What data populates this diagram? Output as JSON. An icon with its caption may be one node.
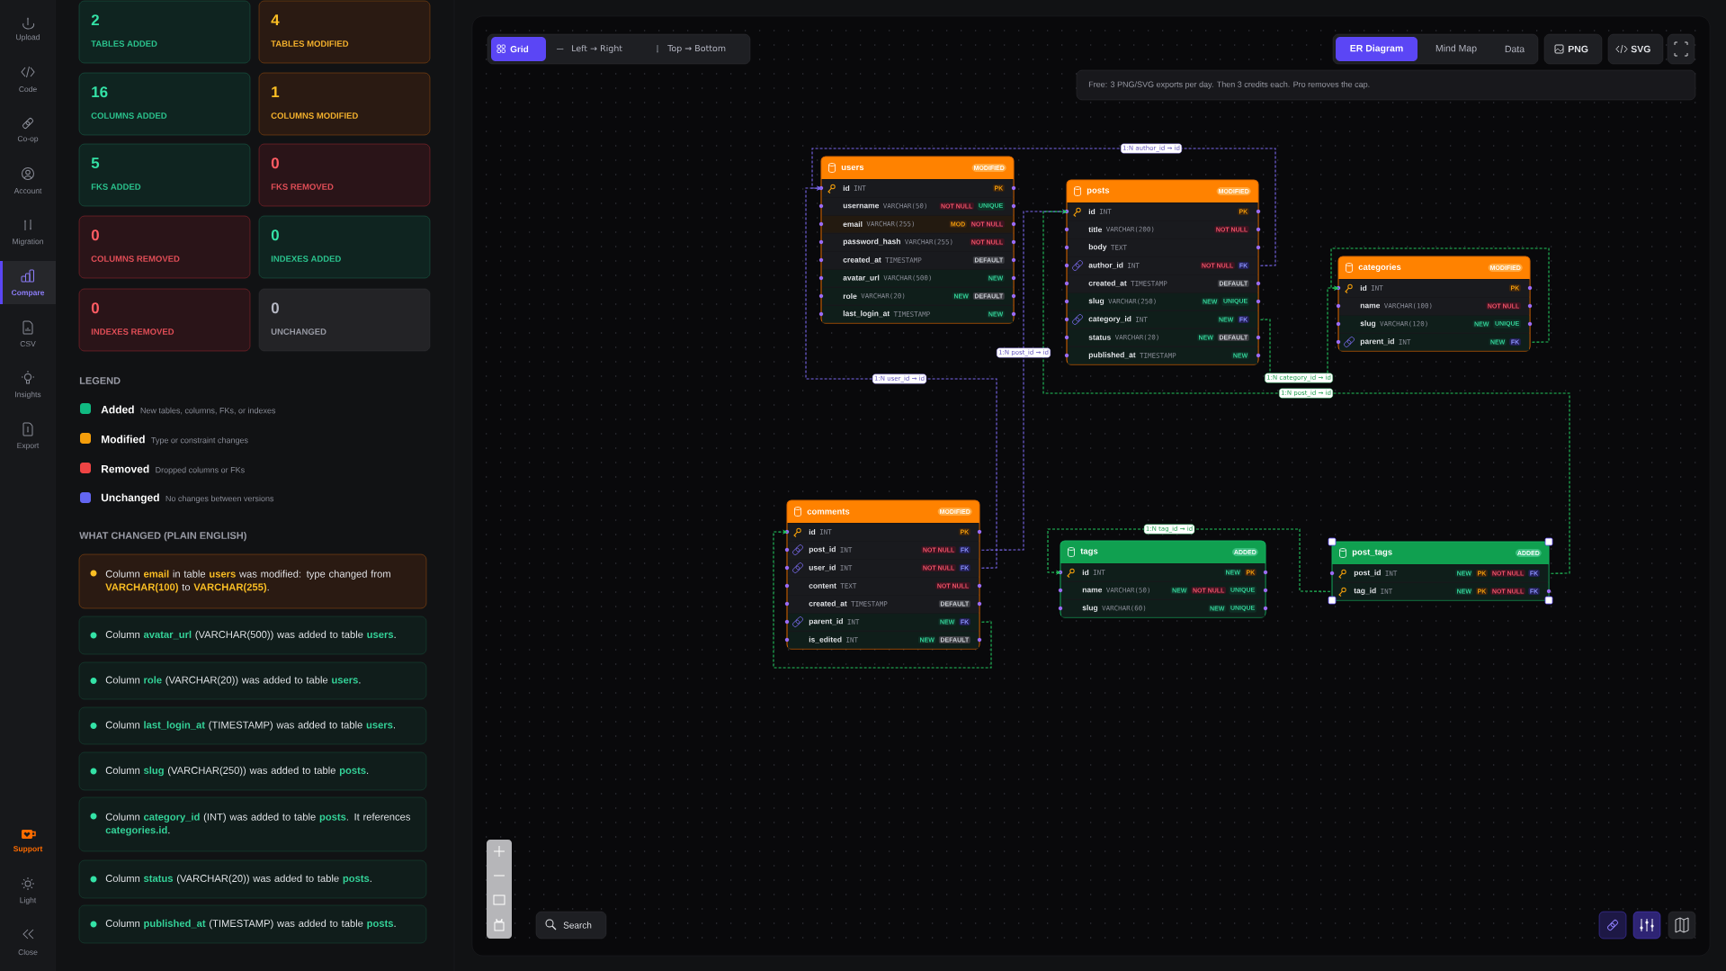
{
  "diagram": {
    "nodes": [
      {
        "text": [
          "users",
          "MODIFIED"
        ]
      },
      {
        "text": [
          "id",
          "INT",
          "PK"
        ],
        "in": 0
      },
      {
        "text": [
          "username",
          "VARCHAR(50)",
          "NOT NULL",
          "UNIQUE"
        ],
        "in": 0
      },
      {
        "text": [
          "email",
          "VARCHAR(255)",
          "MOD",
          "NOT NULL"
        ],
        "in": 0
      },
      {
        "text": [
          "password_hash",
          "VARCHAR(255)",
          "NOT NULL"
        ],
        "in": 0
      },
      {
        "text": [
          "created_at",
          "TIMESTAMP",
          "DEFAULT"
        ],
        "in": 0
      },
      {
        "text": [
          "avatar_url",
          "VARCHAR(500)",
          "NEW"
        ],
        "in": 0
      },
      {
        "text": [
          "role",
          "VARCHAR(20)",
          "NEW",
          "DEFAULT"
        ],
        "in": 0
      },
      {
        "text": [
          "last_login_at",
          "TIMESTAMP",
          "NEW"
        ],
        "in": 0
      },
      {
        "text": [
          "posts",
          "MODIFIED"
        ]
      },
      {
        "text": [
          "id",
          "INT",
          "PK"
        ],
        "in": 9
      },
      {
        "text": [
          "title",
          "VARCHAR(200)",
          "NOT NULL"
        ],
        "in": 9
      },
      {
        "text": [
          "body",
          "TEXT"
        ],
        "in": 9
      },
      {
        "text": [
          "author_id",
          "INT",
          "NOT NULL",
          "FK"
        ],
        "in": 9
      },
      {
        "text": [
          "created_at",
          "TIMESTAMP",
          "DEFAULT"
        ],
        "in": 9
      },
      {
        "text": [
          "slug",
          "VARCHAR(250)",
          "NEW",
          "UNIQUE"
        ],
        "in": 9
      },
      {
        "text": [
          "category_id",
          "INT",
          "NEW",
          "FK"
        ],
        "in": 9
      },
      {
        "text": [
          "status",
          "VARCHAR(20)",
          "NEW",
          "DEFAULT"
        ],
        "in": 9
      },
      {
        "text": [
          "published_at",
          "TIMESTAMP",
          "NEW"
        ],
        "in": 9
      },
      {
        "text": [
          "categories",
          "MODIFIED"
        ]
      },
      {
        "text": [
          "id",
          "INT",
          "PK"
        ],
        "in": 19
      },
      {
        "text": [
          "name",
          "VARCHAR(100)",
          "NOT NULL"
        ],
        "in": 19
      },
      {
        "text": [
          "slug",
          "VARCHAR(120)",
          "NEW",
          "UNIQUE"
        ],
        "in": 19
      },
      {
        "text": [
          "parent_id",
          "INT",
          "NEW",
          "FK"
        ],
        "in": 19
      },
      {
        "text": [
          "comments",
          "MODIFIED"
        ]
      },
      {
        "text": [
          "id",
          "INT",
          "PK"
        ],
        "in": 24
      },
      {
        "text": [
          "post_id",
          "INT",
          "NOT NULL",
          "FK"
        ],
        "in": 24
      },
      {
        "text": [
          "user_id",
          "INT",
          "NOT NULL",
          "FK"
        ],
        "in": 24
      },
      {
        "text": [
          "content",
          "TEXT",
          "NOT NULL"
        ],
        "in": 24
      },
      {
        "text": [
          "created_at",
          "TIMESTAMP",
          "DEFAULT"
        ],
        "in": 24
      },
      {
        "text": [
          "parent_id",
          "INT",
          "NEW",
          "FK"
        ],
        "in": 24
      },
      {
        "text": [
          "is_edited",
          "INT",
          "NEW",
          "DEFAULT"
        ],
        "in": 24
      },
      {
        "text": [
          "tags",
          "ADDED"
        ]
      },
      {
        "text": [
          "id",
          "INT",
          "NEW",
          "PK"
        ],
        "in": 32
      },
      {
        "text": [
          "name",
          "VARCHAR(50)",
          "NEW",
          "NOT NULL",
          "UNIQUE"
        ],
        "in": 32
      },
      {
        "text": [
          "slug",
          "VARCHAR(60)",
          "NEW",
          "UNIQUE"
        ],
        "in": 32
      },
      {
        "text": [
          "post_tags",
          "ADDED"
        ]
      },
      {
        "text": [
          "post_id",
          "INT",
          "NEW",
          "PK",
          "NOT NULL",
          "FK"
        ],
        "in": 36
      },
      {
        "text": [
          "tag_id",
          "INT",
          "NEW",
          "PK",
          "NOT NULL",
          "FK"
        ],
        "in": 36
      }
    ],
    "edges": [
      {
        "from": 13,
        "to": 1,
        "arrow": "to",
        "label": "1:N author_id → id",
        "style": "dashed",
        "color": "#7b68ee"
      },
      {
        "from": 27,
        "to": 1,
        "arrow": "to",
        "label": "1:N user_id → id",
        "style": "dashed",
        "color": "#7b68ee"
      },
      {
        "from": 26,
        "to": 10,
        "arrow": "to",
        "label": "1:N post_id → id",
        "style": "dashed",
        "color": "#7b68ee"
      },
      {
        "from": 16,
        "to": 20,
        "arrow": "to",
        "label": "1:N category_id → id",
        "style": "dashed",
        "color": "#22c55e"
      },
      {
        "from": 23,
        "to": 20,
        "arrow": "to",
        "style": "dashed",
        "color": "#22c55e"
      },
      {
        "from": 30,
        "to": 25,
        "arrow": "to",
        "style": "dashed",
        "color": "#22c55e"
      },
      {
        "from": 37,
        "to": 10,
        "arrow": "to",
        "label": "1:N post_id → id",
        "style": "dashed",
        "color": "#22c55e"
      },
      {
        "from": 38,
        "to": 33,
        "arrow": "to",
        "label": "1:N tag_id → id",
        "style": "dashed",
        "color": "#22c55e"
      }
    ],
    "labels": [
      "Upload",
      "Code",
      "Co-op",
      "Account",
      "Migration",
      "Compare",
      "CSV",
      "Insights",
      "Export",
      "Support",
      "Light",
      "Close",
      "2",
      "TABLES ADDED",
      "4",
      "TABLES MODIFIED",
      "16",
      "COLUMNS ADDED",
      "1",
      "COLUMNS MODIFIED",
      "5",
      "FKS ADDED",
      "0",
      "FKS REMOVED",
      "0",
      "COLUMNS REMOVED",
      "0",
      "INDEXES ADDED",
      "0",
      "INDEXES REMOVED",
      "0",
      "UNCHANGED",
      "LEGEND",
      "New tables, columns, FKs, or indexes",
      "Type or constraint changes",
      "Dropped columns or FKs",
      "No changes between versions",
      "WHAT CHANGED (PLAIN ENGLISH)",
      "Column **email** in table **users** was modified: type changed from **VARCHAR(100)** to **VARCHAR(255)**.",
      "Column **avatar_url** (VARCHAR(500)) was added to table **users**.",
      "Column **role** (VARCHAR(20)) was added to table **users**.",
      "Column **last_login_at** (TIMESTAMP) was added to table **users**.",
      "Column **slug** (VARCHAR(250)) was added to table **posts**.",
      "Column **category_id** (INT) was added to table **posts**. It references **categories.id**.",
      "Column **status** (VARCHAR(20)) was added to table **posts**.",
      "Column **published_at** (TIMESTAMP) was added to table **posts**.",
      "Grid",
      "Left → Right",
      "Top → Bottom",
      "ER Diagram",
      "Mind Map",
      "Data",
      "PNG",
      "SVG",
      "Free: 3 PNG/SVG exports per day. Then 3 credits each. Pro removes the cap.",
      "Search"
    ],
    "legend": [
      {
        "text": "Added",
        "color": "#10b981"
      },
      {
        "text": "Modified",
        "color": "#f59e0b"
      },
      {
        "text": "Removed",
        "color": "#ef4444"
      },
      {
        "text": "Unchanged",
        "color": "#6366f1"
      }
    ]
  }
}
